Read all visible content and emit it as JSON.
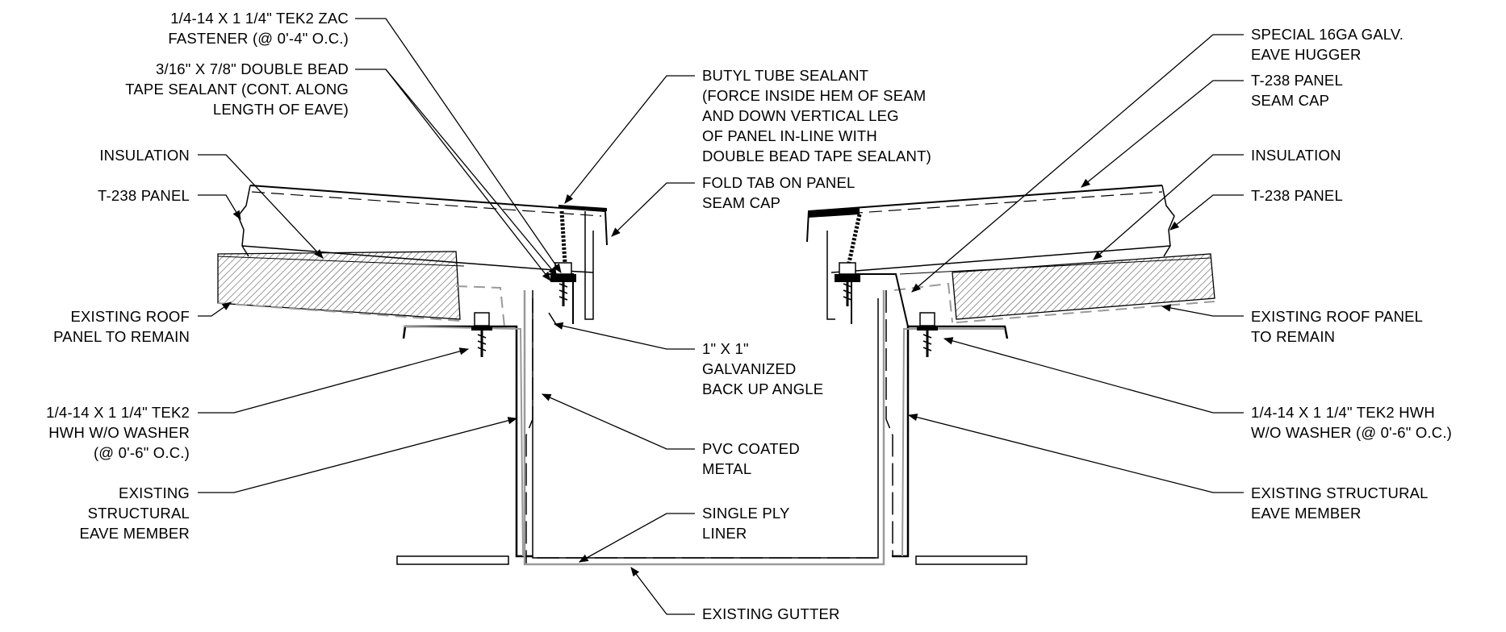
{
  "labels": {
    "zac_fastener": [
      "1/4-14 X 1 1/4\" TEK2 ZAC",
      "FASTENER (@ 0'-4\" O.C.)"
    ],
    "tape_sealant": [
      "3/16\" X 7/8\" DOUBLE BEAD",
      "TAPE SEALANT (CONT. ALONG",
      "LENGTH OF EAVE)"
    ],
    "insulation_left": [
      "INSULATION"
    ],
    "panel_left": [
      "T-238 PANEL"
    ],
    "existing_roof_left": [
      "EXISTING ROOF",
      "PANEL TO REMAIN"
    ],
    "hwh_left": [
      "1/4-14 X 1 1/4\" TEK2",
      "HWH W/O WASHER",
      "(@ 0'-6\" O.C.)"
    ],
    "structural_left": [
      "EXISTING",
      "STRUCTURAL",
      "EAVE MEMBER"
    ],
    "butyl": [
      "BUTYL TUBE SEALANT",
      "(FORCE INSIDE HEM OF SEAM",
      "AND DOWN VERTICAL LEG",
      "OF PANEL IN-LINE WITH",
      "DOUBLE BEAD TAPE SEALANT)"
    ],
    "fold_tab": [
      "FOLD TAB ON PANEL",
      "SEAM CAP"
    ],
    "angle": [
      "1\" X 1\"",
      "GALVANIZED",
      "BACK UP ANGLE"
    ],
    "pvc": [
      "PVC COATED",
      "METAL"
    ],
    "liner": [
      "SINGLE PLY",
      "LINER"
    ],
    "gutter": [
      "EXISTING GUTTER"
    ],
    "eave_hugger": [
      "SPECIAL 16GA GALV.",
      "EAVE HUGGER"
    ],
    "seam_cap_right": [
      "T-238 PANEL",
      "SEAM CAP"
    ],
    "insulation_right": [
      "INSULATION"
    ],
    "panel_right": [
      "T-238 PANEL"
    ],
    "existing_roof_right": [
      "EXISTING ROOF PANEL",
      "TO REMAIN"
    ],
    "hwh_right": [
      "1/4-14 X 1 1/4\" TEK2 HWH",
      "W/O WASHER (@ 0'-6\" O.C.)"
    ],
    "structural_right": [
      "EXISTING STRUCTURAL",
      "EAVE MEMBER"
    ]
  },
  "colors": {
    "line": "#000000",
    "gray": "#9a9a9a",
    "hatch": "#555555"
  }
}
